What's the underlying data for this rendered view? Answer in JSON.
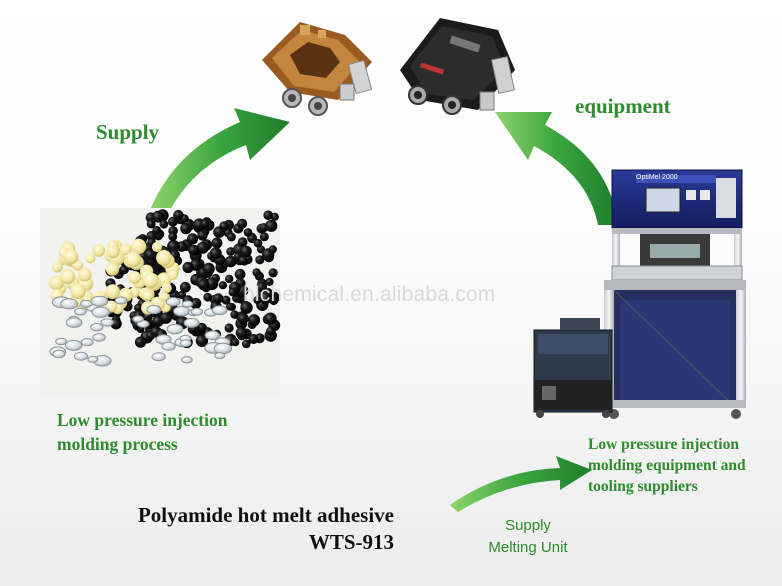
{
  "labels": {
    "supply_top": "Supply",
    "equipment": "equipment",
    "process_line1": "Low pressure injection",
    "process_line2": "molding process",
    "equip_line1": "Low pressure injection",
    "equip_line2": "molding equipment and",
    "equip_line3": "tooling suppliers",
    "product_line1": "Polyamide hot melt adhesive",
    "product_line2": "WTS-913",
    "supply_small_1": "Supply",
    "supply_small_2": "Melting Unit",
    "watermark": "hlchemical.en.alibaba.com",
    "machine_brand": "OptiMel 2000"
  },
  "colors": {
    "arrow_green": "#2f9b3a",
    "label_green": "#2e8b2e",
    "frame_blue": "#1e2a7a"
  }
}
